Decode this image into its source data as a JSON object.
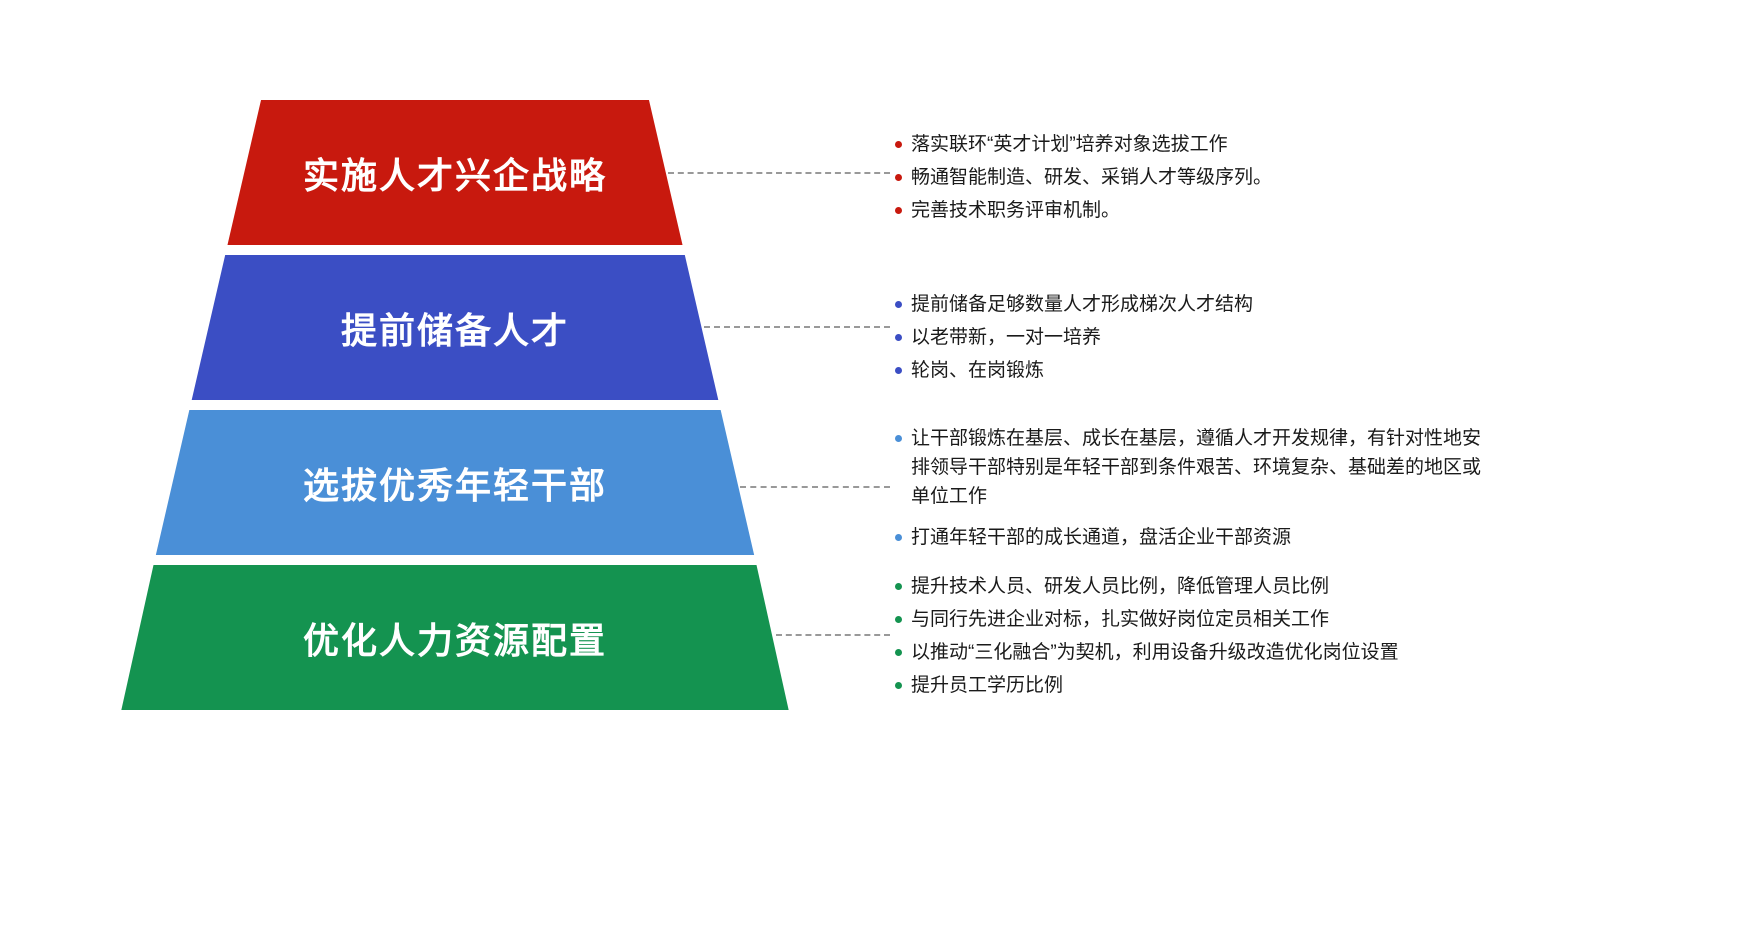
{
  "canvas": {
    "background": "#ffffff"
  },
  "connector_color": "#999999",
  "pyramid": {
    "tiers": [
      {
        "label": "实施人才兴企战略",
        "color": "#c8190e",
        "bullets": [
          "落实联环“英才计划”培养对象选拔工作",
          "畅通智能制造、研发、采销人才等级序列。",
          "完善技术职务评审机制。"
        ]
      },
      {
        "label": "提前储备人才",
        "color": "#3b4ec4",
        "bullets": [
          "提前储备足够数量人才形成梯次人才结构",
          "以老带新，一对一培养",
          "轮岗、在岗锻炼"
        ]
      },
      {
        "label": "选拔优秀年轻干部",
        "color": "#4a8fd7",
        "bullets": [
          "让干部锻炼在基层、成长在基层，遵循人才开发规律，有针对性地安排领导干部特别是年轻干部到条件艰苦、环境复杂、基础差的地区或单位工作",
          "打通年轻干部的成长通道，盘活企业干部资源"
        ]
      },
      {
        "label": "优化人力资源配置",
        "color": "#149350",
        "bullets": [
          "提升技术人员、研发人员比例，降低管理人员比例",
          "与同行先进企业对标，扎实做好岗位定员相关工作",
          "以推动“三化融合”为契机，利用设备升级改造优化岗位设置",
          "提升员工学历比例"
        ]
      }
    ]
  }
}
